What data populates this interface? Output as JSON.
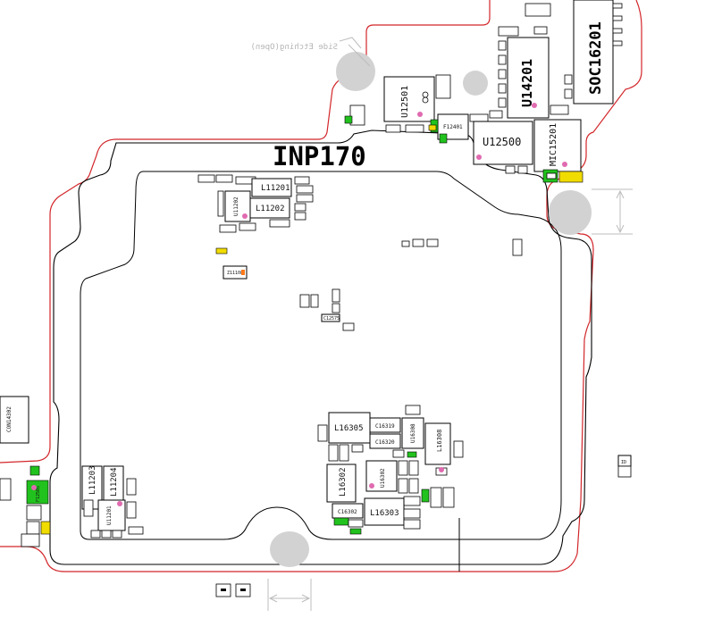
{
  "board": {
    "title": "INP170",
    "side_note": "Side Etching(Open)"
  },
  "colors": {
    "outline_red": "#d2262a",
    "outline_black": "#000000",
    "hole_gray": "#d2d2d2",
    "pin1_magenta": "#e06ab0",
    "highlight_green": "#22c21e",
    "highlight_yellow": "#f1dc00",
    "highlight_orange": "#ff7a1a",
    "dimension_gray": "#bdbdbd"
  },
  "labels": {
    "soc": "SOC16201",
    "u14201": "U14201",
    "u12501": "U12501",
    "u12500": "U12500",
    "mic15201": "MIC15201",
    "f12401": "F12401",
    "l11201": "L11201",
    "l11202": "L11202",
    "u11202": "U11202",
    "l11203": "L11203",
    "l11204": "L11204",
    "u11201": "U11201",
    "l16305": "L16305",
    "l16302": "L16302",
    "l16303": "L16303",
    "l16308": "L16308",
    "u16308": "U16308",
    "u16302": "U16302",
    "c16319": "C16319",
    "c16320": "C16320",
    "c16302": "C16302",
    "con14302": "CON14302",
    "z11108": "Z11108",
    "c12575": "C12575",
    "id10": "ID",
    "f12505": "F12505"
  }
}
